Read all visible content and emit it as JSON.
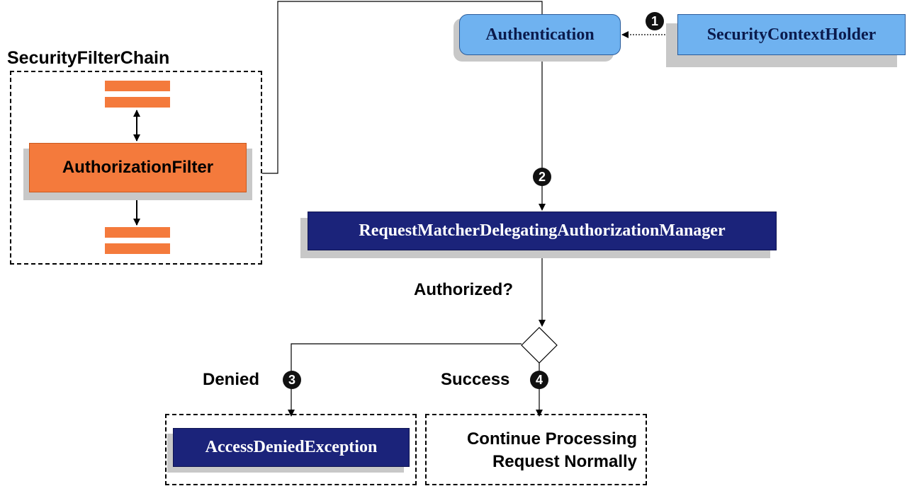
{
  "chain": {
    "title": "SecurityFilterChain",
    "filter_label": "AuthorizationFilter"
  },
  "authentication": {
    "label": "Authentication"
  },
  "context_holder": {
    "label": "SecurityContextHolder"
  },
  "manager": {
    "label": "RequestMatcherDelegatingAuthorizationManager"
  },
  "decision": {
    "question": "Authorized?",
    "denied_label": "Denied",
    "success_label": "Success"
  },
  "outcomes": {
    "denied_box": "AccessDeniedException",
    "success_line1": "Continue Processing",
    "success_line2": "Request Normally"
  },
  "steps": {
    "one": "1",
    "two": "2",
    "three": "3",
    "four": "4"
  },
  "colors": {
    "orange": "#f47a3c",
    "light_blue": "#6fb2f0",
    "navy": "#1b237a"
  }
}
